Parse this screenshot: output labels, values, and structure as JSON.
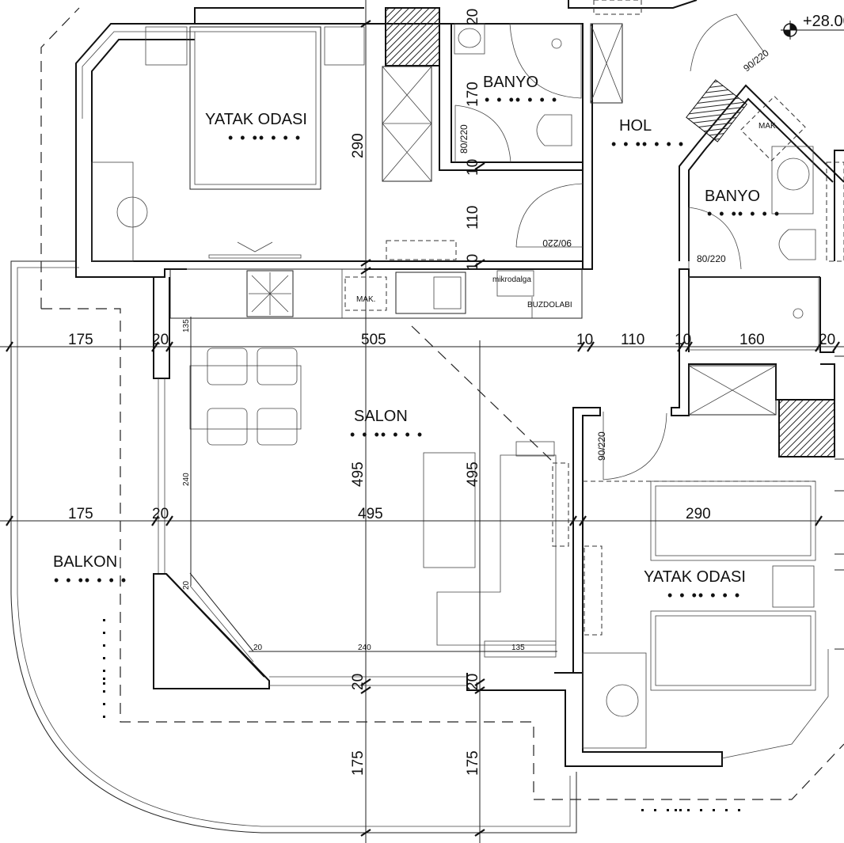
{
  "elevation": "+28.00",
  "rooms": {
    "bedroom_top": "YATAK ODASI",
    "bath_top": "BANYO",
    "hall": "HOL",
    "bath_right": "BANYO",
    "salon": "SALON",
    "balcony": "BALKON",
    "bedroom_bottom": "YATAK ODASI"
  },
  "fixtures": {
    "machine_1": "MAK.",
    "machine_2": "MAK.",
    "microwave": "mikrodalga",
    "fridge": "BUZDOLABI"
  },
  "doors": {
    "d1": "80/220",
    "d2": "90/220",
    "d3": "90/220",
    "d4": "80/220",
    "d5": "90/220"
  },
  "dots": {
    "pattern": "• • •• • •  •"
  },
  "dimensions": {
    "row1": [
      "175",
      "20",
      "505",
      "10",
      "110",
      "10",
      "160",
      "20"
    ],
    "row2": [
      "175",
      "20",
      "495",
      "290"
    ],
    "v_290": "290",
    "v_170": "170",
    "v_10a": "10",
    "v_110": "110",
    "v_10b": "10",
    "v_20top": "20",
    "v_495a": "495",
    "v_495b": "495",
    "v_175a": "175",
    "v_175b": "175",
    "v_20a": "20",
    "v_20b": "20",
    "small_135a": "135",
    "small_240a": "240",
    "small_20a": "20",
    "small_20b": "20",
    "small_240b": "240",
    "small_135b": "135"
  }
}
